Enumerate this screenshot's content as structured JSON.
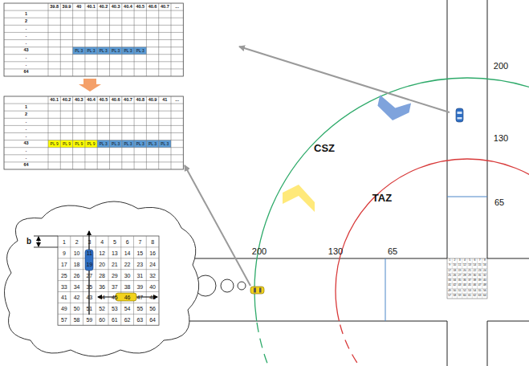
{
  "diagram": {
    "labels": [
      "39.8",
      "39.9",
      "40",
      "40.1",
      "40.2",
      "40.3",
      "40.4",
      "40.5",
      "40.6",
      "40.7",
      "...",
      "1",
      "2",
      ".",
      ".",
      ".",
      "43",
      ".",
      ".",
      "64",
      "PL 3",
      "PL 3",
      "PL 3",
      "PL 3",
      "PL 3",
      "PL 3",
      "40.1",
      "40.2",
      "40.3",
      "40.4",
      "40.5",
      "40.6",
      "40.7",
      "40.8",
      "40.9",
      "41",
      "...",
      "1",
      "2",
      ".",
      ".",
      ".",
      "43",
      ".",
      ".",
      "64",
      "PL 9",
      "PL 9",
      "PL 9",
      "PL 9",
      "PL 3",
      "PL 3",
      "PL 3",
      "PL 3",
      "PL 3",
      "PL 3",
      "CSZ",
      "TAZ",
      "200",
      "130",
      "65",
      "200",
      "130",
      "65",
      "b",
      "1",
      "2",
      "3",
      "4",
      "5",
      "6",
      "7",
      "8",
      "9",
      "10",
      "11",
      "12",
      "13",
      "14",
      "15",
      "16",
      "17",
      "18",
      "19",
      "20",
      "21",
      "22",
      "23",
      "24",
      "25",
      "26",
      "27",
      "28",
      "29",
      "30",
      "31",
      "32",
      "33",
      "34",
      "35",
      "36",
      "37",
      "38",
      "39",
      "40",
      "41",
      "42",
      "43",
      "44",
      "45",
      "46",
      "47",
      "48",
      "49",
      "50",
      "51",
      "52",
      "53",
      "54",
      "55",
      "56",
      "57",
      "58",
      "59",
      "60",
      "61",
      "62",
      "63",
      "64",
      "1",
      "2",
      "3",
      "4",
      "5",
      "6",
      "7",
      "8",
      "9",
      "10",
      "11",
      "12",
      "13",
      "14",
      "15",
      "16",
      "17",
      "18",
      "19",
      "20",
      "21",
      "22",
      "23",
      "24",
      "25",
      "26",
      "27",
      "28",
      "29",
      "30",
      "31",
      "32",
      "33",
      "34",
      "35",
      "36",
      "37",
      "38",
      "39",
      "40",
      "41",
      "42",
      "43",
      "44",
      "45",
      "46",
      "47",
      "48",
      "49",
      "50",
      "51",
      "52",
      "53",
      "54",
      "55",
      "56",
      "57",
      "58",
      "59",
      "60",
      "61",
      "62",
      "63",
      "64"
    ]
  }
}
